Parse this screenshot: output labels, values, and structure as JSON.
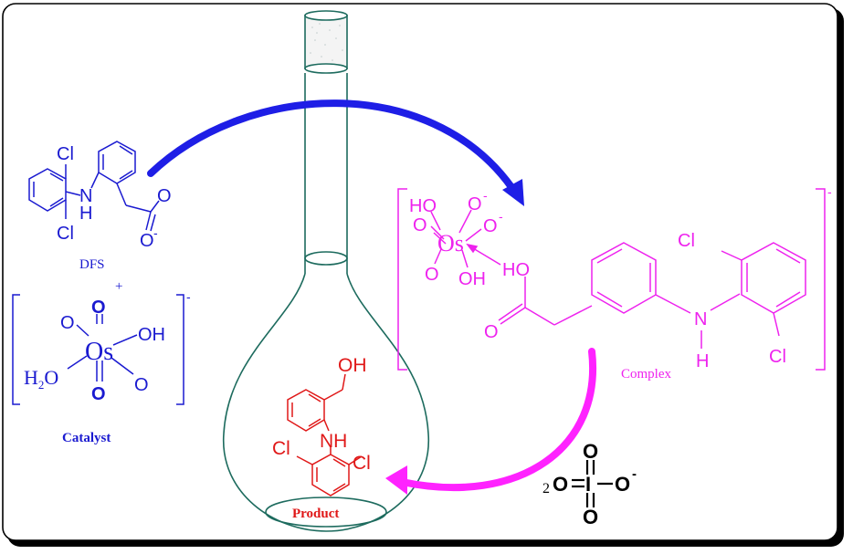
{
  "colors": {
    "dfs": "#1a1ad0",
    "complex": "#ee22ee",
    "product": "#e01818",
    "flask": "#1d6b5e",
    "arrow_top": "#1e1ee6",
    "arrow_bottom": "#ff22ff",
    "frame": "#000000"
  },
  "dfs": {
    "cl_top": "Cl",
    "cl_bottom": "Cl",
    "n": "N",
    "h": "H",
    "o_top": "O",
    "o_bottom": "O",
    "o_charge": "-",
    "name": "DFS"
  },
  "plus": "+",
  "catalyst": {
    "o_top_1": "O",
    "o_top_2": "O",
    "os": "Os",
    "oh": "OH",
    "h2o": "H",
    "h2o_sub": "2",
    "h2o_o": "O",
    "o_bottom_1": "O",
    "o_bottom_2": "O",
    "charge": "-",
    "label": "Catalyst"
  },
  "complex": {
    "ho": "HO",
    "o_minus_top": "O",
    "charge1": "-",
    "o_left": "O",
    "o_right": "O",
    "charge2": "-",
    "os": "Os",
    "o_lower": "O",
    "oh": "OH",
    "ho_acid": "HO",
    "o_carbonyl": "O",
    "cl_top": "Cl",
    "cl_bottom": "Cl",
    "n": "N",
    "h": "H",
    "bracket_charge": "-",
    "label": "Complex"
  },
  "periodate": {
    "coef": "2",
    "o_top": "O",
    "o_left": "O",
    "i": "I",
    "o_right": "O",
    "charge": "-",
    "o_bottom": "O"
  },
  "product": {
    "oh": "OH",
    "nh": "NH",
    "cl_left": "Cl",
    "cl_right": "Cl",
    "label": "Product"
  }
}
